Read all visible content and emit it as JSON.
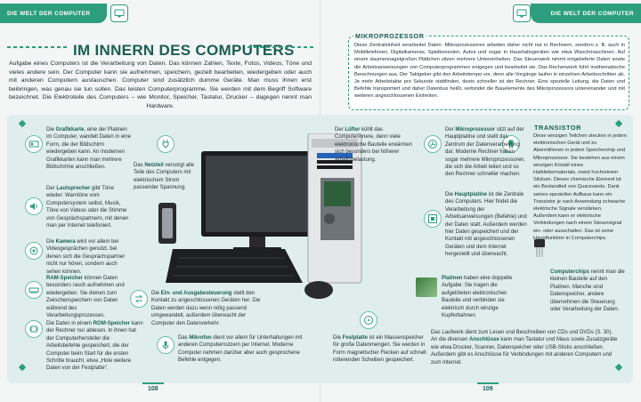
{
  "header": {
    "tab_left": "DIE WELT DER COMPUTER",
    "tab_right": "DIE WELT DER COMPUTER"
  },
  "left_page": {
    "title": "IM INNERN DES COMPUTERS",
    "intro": "Aufgabe eines Computers ist die Verarbeitung von Daten. Das können Zahlen, Texte, Fotos, Videos, Töne und vieles andere sein. Der Computer kann sie aufnehmen, speichern, gezielt bearbeiten, wiedergeben oder auch mit anderen Computern austauschen. Computer sind zusätzlich dumme Geräte. Man muss ihnen erst beibringen, was genau sie tun sollen. Das leisten Computerprogramme. Sie werden mit dem Begriff Software bezeichnet. Die Elektroteile des Computers – wie Monitor, Speicher, Tastatur, Drucker – dagegen nennt man Hardware.",
    "page_number": "108"
  },
  "right_page": {
    "mikro_title": "MIKROPROZESSOR",
    "mikro_text": "Diese Zentraleinheit verarbeitet Daten. Mikroprozessoren arbeiten daher nicht nur in Rechnern, sondern z. B. auch in Mobiltelefonen, Digitalkameras, Spielkonsolen, Autos und sogar in Haushaltsgeräten wie etwa Waschmaschinen. Auf einem daumennagelgroßen Plättchen sitzen mehrere Untereinheiten. Das Steuerwerk nimmt eingelieferte Daten sowie die Arbeitsanweisungen von Computerprogrammen entgegen und bearbeitet sie. Das Rechenwerk führt mathematische Berechnungen aus. Der Taktgeber gibt den Arbeitstempo vor, denn alle Vorgänge laufen in einzelnen Arbeitsschritten ab. Je mehr Arbeitstakte pro Sekunde stattfinden, desto schneller ist der Rechner. Eine spezielle Leitung, die Daten und Befehle transportiert und daher Datenbus heißt, verbindet die Bauelemente des Mikroprozessors untereinander und mit weiteren angeschlossenen Einheiten.",
    "transistor_title": "TRANSISTOR",
    "transistor_text": "Diese winzigen Teilchen stecken in jedem elektronischen Gerät und zu Abermillionen in jedem Speicherchip und Mikroprozessor. Sie bestehen aus einem winzigen Kristall eines Halbleitermaterials, meist hochreinem Silizium. Dieses chemische Element ist ein Bestandteil von Quarzsands. Dank seines speziellen Aufbaus kann ein Transistor je nach Anwendung schwache elektrische Signale verstärken. Außerdem kann er elektrische Verbindungen nach einem Steuersignal ein- oder ausschalten. Das ist seine Hauptfunktion in Computerchips.",
    "page_number": "109"
  },
  "annotations": {
    "grafikkarte_kw": "Grafikkarte",
    "grafikkarte": ", eine der Platinen im Computer, wandelt Daten in eine Form, die der Bildschirm wiedergeben kann. An modernen Grafikkarten kann man mehrere Bildschirme anschließen.",
    "netzteil_kw": "Netzteil",
    "netzteil_pre": "Das ",
    "netzteil": " versorgt alle Teile des Computers mit elektrischem Strom passender Spannung.",
    "lautsprecher_pre": "Der ",
    "lautsprecher_kw": "Lautsprecher",
    "lautsprecher": " gibt Töne wieder: Warntöne vom Computersystem selbst, Musik, Töne von Videos oder die Stimme von Gesprächspartnern, mit denen man per Internet telefoniert.",
    "kamera_pre": "Die ",
    "kamera_kw": "Kamera",
    "kamera": " wird vor allem bei Videogesprächen genutzt, bei denen sich die Gesprächspartner nicht nur hören, sondern auch sehen können.",
    "ram_kw": "RAM-Speicher",
    "ram": " können Daten besonders rasch aufnehmen und wiedergeben. Sie dienen zum Zwischenspeichern von Daten während des Verarbeitungsprozesses.",
    "eingabe_pre": "Die ",
    "eingabe_kw": "Ein- und Ausgabesteuerung",
    "eingabe": " stellt den Kontakt zu angeschlossenen Geräten her. Die Daten werden dazu wenn nötig passend umgewandelt, außerdem überwacht der Computer den Datenverkehr.",
    "rom_pre": "Die Daten in einem ",
    "rom_kw": "ROM-Speicher",
    "rom": " kann der Rechner nur ablesen. In ihnen hat der Computerhersteller die Arbeitsbefehle gespeichert, die der Computer beim Start für die ersten Schritte braucht, etwa „Hole weitere Daten von der Festplatte“.",
    "mikrofon_pre": "Das ",
    "mikrofon_kw": "Mikrofon",
    "mikrofon": " dient vor allem für Unterhaltungen mit anderen Computernutzern per Internet. Moderne Computer nehmen darüber aber auch gesprochene Befehle entgegen.",
    "luefter_pre": "Der ",
    "luefter_kw": "Lüfter",
    "luefter": " kühlt das Computerinnere, denn viele elektronische Bauteile erwärmen sich besonders bei höherer Arbeitsbelastung.",
    "mikroproz_pre": "Der ",
    "mikroproz_kw": "Mikroprozessor",
    "mikroproz": " sitzt auf der Hauptplatine und stellt das Zentrum der Datenverarbeitung dar. Moderne Rechner haben sogar mehrere Mikroprozessoren, die sich die Arbeit teilen und so den Rechner schneller machen.",
    "hauptplatine_pre": "Die ",
    "hauptplatine_kw": "Hauptplatine",
    "hauptplatine": " ist die Zentrale des Computers. Hier findet die Verarbeitung der Arbeitsanweisungen (Befehle) und der Daten statt. Außerdem werden hier Daten gespeichert und der Kontakt mit angeschlossenen Geräten und dem Internet hergestellt und überwacht.",
    "platinen_kw": "Platinen",
    "platinen": " haben eine doppelte Aufgabe: Sie tragen die aufgelöteten elektronischen Bauteile und verbinden sie elektrisch durch winzige Kupferbahnen.",
    "festplatte_pre": "Die ",
    "festplatte_kw": "Festplatte",
    "festplatte": " ist ein Massenspeicher für große Datenmengen. Sie werden in Form magnetischer Flecken auf schnell rotierenden Scheiben gespeichert.",
    "laufwerk_a": "Das Laufwerk dient zum Lesen und Beschreiben von CDs und DVDs (S. 30). An die diversen ",
    "anschluesse_kw": "Anschlüsse",
    "laufwerk_b": " kann man Tastatur und Maus sowie Zusatzgeräte wie etwa Drucker, Scanner, Datenspeicher oder USB-Sticks anschließen. Außerdem gibt es Anschlüsse für Verbindungen mit anderen Computern und zum Internet.",
    "computerchips_kw": "Computerchips",
    "computerchips": " nennt man die kleinen Bauteile auf den Platinen. Manche sind Datenspeicher, andere übernehmen die Steuerung oder Verarbeitung der Daten."
  },
  "colors": {
    "accent": "#2d9e7d",
    "title": "#1b5e54",
    "panel": "#dfeeed"
  }
}
